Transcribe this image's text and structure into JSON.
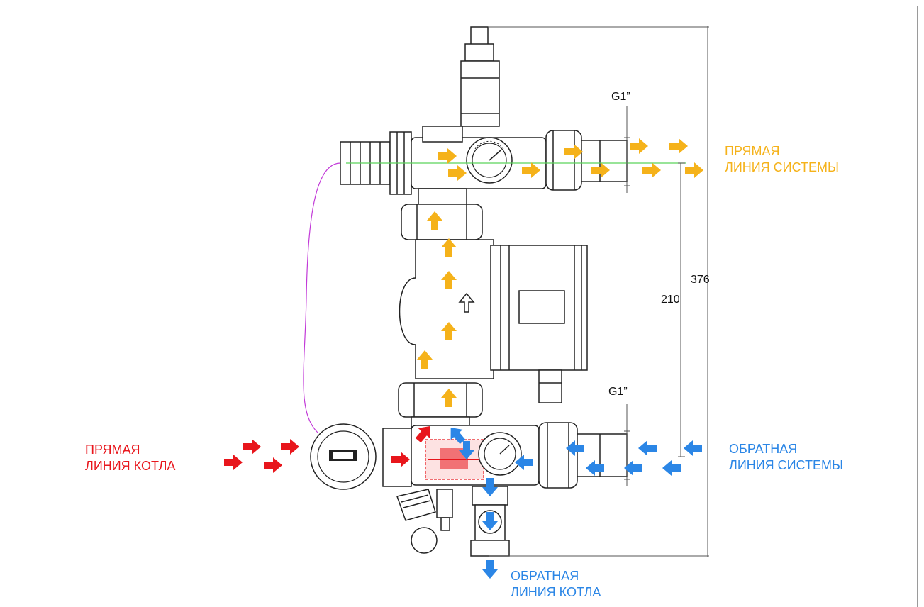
{
  "labels": {
    "supply_system": {
      "line1": "ПРЯМАЯ",
      "line2": "ЛИНИЯ СИСТЕМЫ"
    },
    "supply_boiler": {
      "line1": "ПРЯМАЯ",
      "line2": "ЛИНИЯ КОТЛА"
    },
    "return_system": {
      "line1": "ОБРАТНАЯ",
      "line2": "ЛИНИЯ СИСТЕМЫ"
    },
    "return_boiler": {
      "line1": "ОБРАТНАЯ",
      "line2": "ЛИНИЯ КОТЛА"
    }
  },
  "dimensions": {
    "thread_top": "G1”",
    "thread_bottom": "G1”",
    "axis_distance": "210",
    "total_height": "376"
  },
  "colors": {
    "supply": "#f5b21a",
    "boiler_supply": "#e8161c",
    "return": "#2b86e6",
    "outline": "#222222",
    "capillary": "#c23ad8",
    "axis_line": "#5bd35b"
  }
}
